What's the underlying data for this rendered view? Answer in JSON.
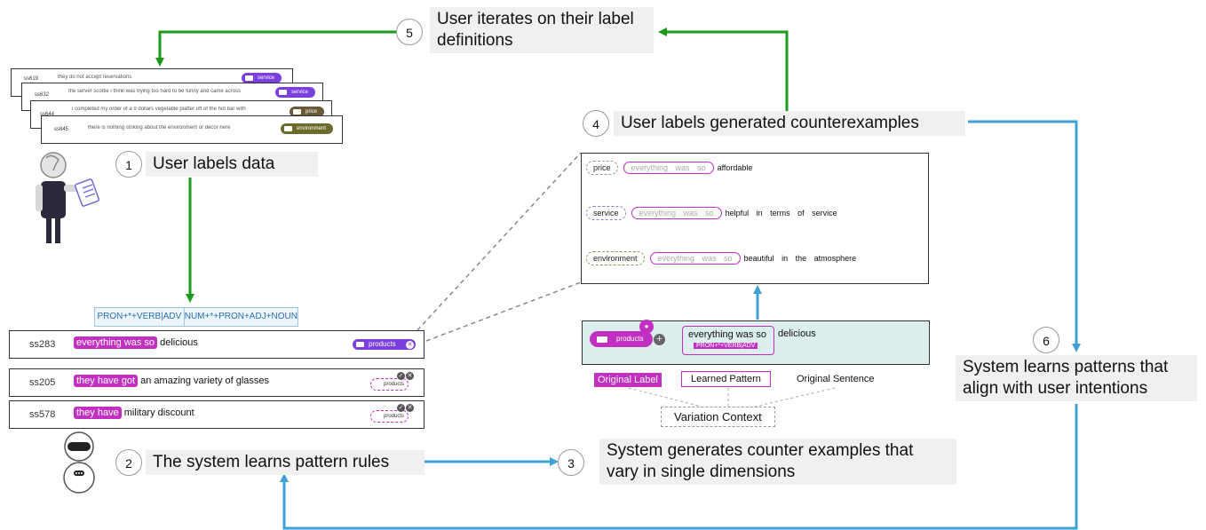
{
  "steps": [
    {
      "num": "1",
      "text": "User labels data"
    },
    {
      "num": "2",
      "text": "The system learns pattern rules"
    },
    {
      "num": "3",
      "text": "System generates counter examples that vary in single dimensions"
    },
    {
      "num": "4",
      "text": "User labels generated counterexamples"
    },
    {
      "num": "5",
      "text": "User iterates on their label definitions"
    },
    {
      "num": "6",
      "text": "System learns patterns that align with user intentions"
    }
  ],
  "stacked_cards": [
    {
      "id": "ss619",
      "text": "they do not accept reservations",
      "label": "service",
      "color": "#7b3fe0"
    },
    {
      "id": "ss632",
      "text": "the server scottie i think was trying too hard to be funny and came across as rude and careless in my opinion",
      "label": "service",
      "color": "#7b3fe0"
    },
    {
      "id": "ss644",
      "text": "i completed my order of a 9 dollars vegetable platter off of the hot bar with",
      "label": "price",
      "color": "#6b5a3a"
    },
    {
      "id": "ss845",
      "text": "there is nothing striking about the environment or decor here",
      "label": "environment",
      "color": "#6b6b2a"
    }
  ],
  "pattern_tabs": [
    "PRON+*+VERB|ADV",
    "NUM+*+PRON+ADJ+NOUN"
  ],
  "rows": [
    {
      "id": "ss283",
      "match": "everything was so",
      "rest": "delicious",
      "label": "products"
    },
    {
      "id": "ss205",
      "match": "they have got",
      "rest": "an amazing variety of glasses",
      "label": "products"
    },
    {
      "id": "ss578",
      "match": "they have",
      "rest": "military discount",
      "label": "products"
    }
  ],
  "counterexamples": [
    {
      "label": "price",
      "pattern": "everything was so",
      "rest": "affordable"
    },
    {
      "label": "service",
      "pattern": "everything was so",
      "rest": "helpful in terms of service"
    },
    {
      "label": "environment",
      "pattern": "everything was so",
      "rest": "beautiful in the atmosphere"
    }
  ],
  "detail": {
    "label": "products",
    "plus": "+",
    "sentence_pattern": "everything was so",
    "sentence_rest": "delicious",
    "rule": "PRON+*+VERB|ADV"
  },
  "legend": {
    "original_label": "Original Label",
    "learned_pattern": "Learned Pattern",
    "original_sentence": "Original Sentence",
    "variation_context": "Variation Context"
  },
  "colors": {
    "green": "#1a9a1a",
    "blue": "#3fa0d6",
    "magenta": "#c230c2",
    "products": "#7b3fe0"
  }
}
